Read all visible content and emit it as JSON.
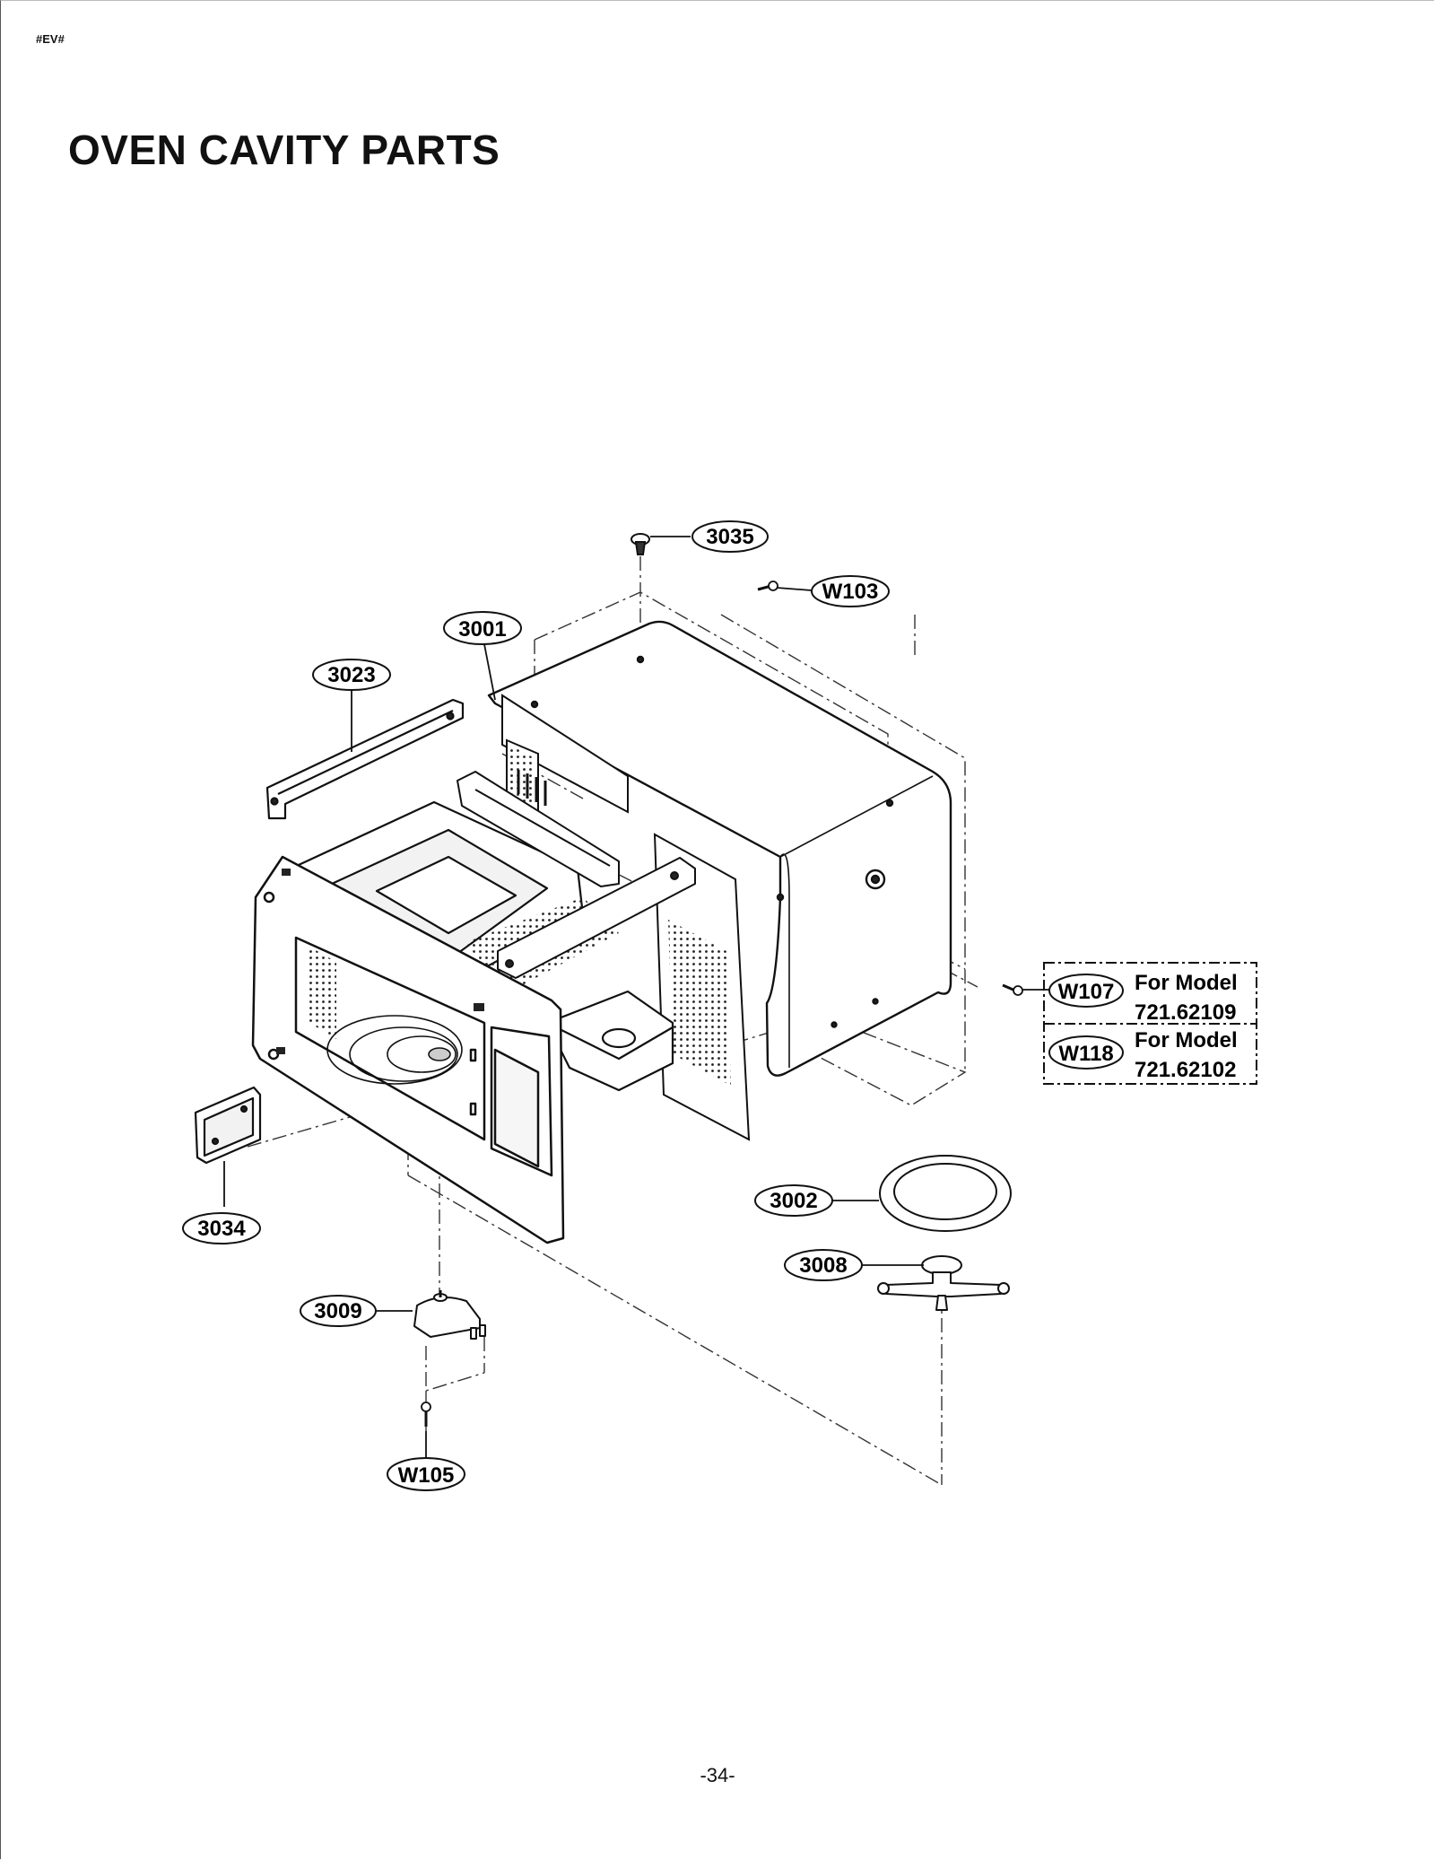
{
  "header": {
    "doc_code": "#EV#",
    "title": "OVEN CAVITY PARTS"
  },
  "footer": {
    "page_number": "-34-"
  },
  "callouts": [
    {
      "id": "3035"
    },
    {
      "id": "W103"
    },
    {
      "id": "3001"
    },
    {
      "id": "3023"
    },
    {
      "id": "W107"
    },
    {
      "id": "W118"
    },
    {
      "id": "3034"
    },
    {
      "id": "3002"
    },
    {
      "id": "3008"
    },
    {
      "id": "3009"
    },
    {
      "id": "W105"
    }
  ],
  "model_notes": [
    {
      "part": "W107",
      "line1": "For Model",
      "line2": "721.62109"
    },
    {
      "part": "W118",
      "line1": "For Model",
      "line2": "721.62102"
    }
  ]
}
